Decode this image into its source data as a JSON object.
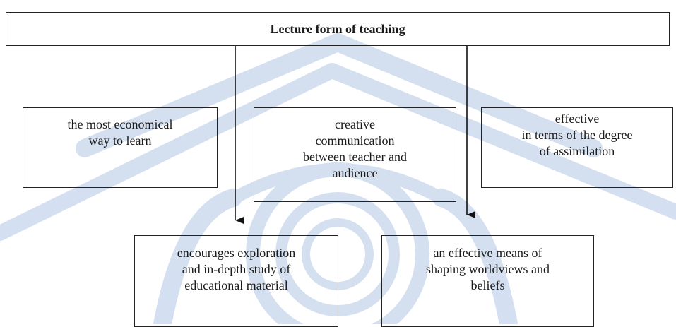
{
  "diagram": {
    "title": "Lecture form of teaching",
    "nodes": [
      {
        "id": "economical",
        "text": "the most economical\nway to learn"
      },
      {
        "id": "creative",
        "text": "creative\ncommunication\nbetween teacher and\naudience"
      },
      {
        "id": "effective",
        "text": "effective\nin terms of the degree\nof assimilation"
      },
      {
        "id": "exploration",
        "text": "encourages exploration\nand in-depth study of\neducational material"
      },
      {
        "id": "worldviews",
        "text": "an effective means of\nshaping worldviews and\nbeliefs"
      }
    ],
    "edges": [
      {
        "from": "title",
        "to": "exploration"
      },
      {
        "from": "title",
        "to": "worldviews"
      }
    ]
  },
  "colors": {
    "line": "#111111",
    "watermark": "#b9cde8"
  }
}
